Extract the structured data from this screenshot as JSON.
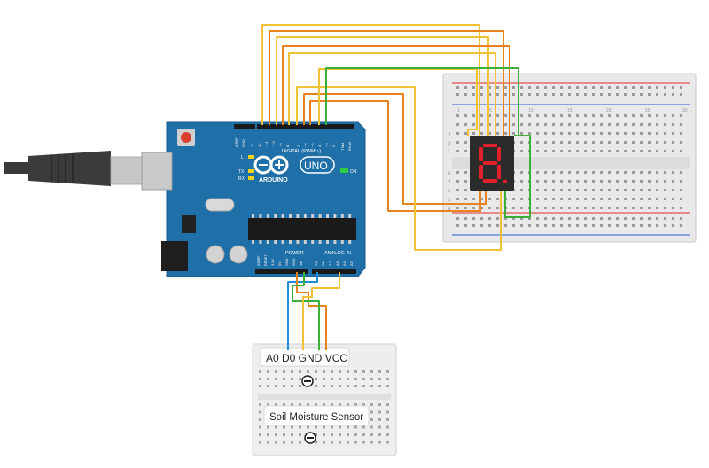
{
  "board": {
    "label_arduino": "ARDUINO",
    "label_uno": "UNO",
    "label_on": "ON",
    "label_digital": "DIGITAL (PWM ~)",
    "label_power": "POWER",
    "label_analog": "ANALOG IN",
    "label_l": "L",
    "label_tx": "TX",
    "label_rx": "RX",
    "label_aref": "AREF",
    "label_gnd": "GND",
    "digital_pins": [
      "13",
      "12",
      "~11",
      "~10",
      "~9",
      "8",
      "7",
      "~6",
      "~5",
      "4",
      "~3",
      "2",
      "TX▸1",
      "RX◂0"
    ],
    "power_pins": [
      "IOREF",
      "RESET",
      "3.3V",
      "5V",
      "GND",
      "GND",
      "Vin"
    ],
    "analog_pins": [
      "A0",
      "A1",
      "A2",
      "A3",
      "A4",
      "A5"
    ]
  },
  "display": {
    "digit": "8."
  },
  "breadboard": {
    "row_letters_top": [
      "j",
      "i",
      "h",
      "g",
      "f"
    ],
    "row_letters_bottom": [
      "e",
      "d",
      "c",
      "b",
      "a"
    ],
    "col_numbers": [
      "1",
      "5",
      "10",
      "15",
      "20",
      "25",
      "30"
    ]
  },
  "sensor": {
    "pin_label": "A0  D0 GND VCC",
    "name_label": "Soil Moisture Sensor"
  },
  "colors": {
    "board_blue": "#1f6fa8",
    "board_dark": "#0e5789",
    "wire_orange": "#e8821f",
    "wire_yellow": "#f1c232",
    "wire_green": "#3cae3a",
    "wire_blue": "#1b8fd8",
    "display_red": "#e0202a"
  }
}
